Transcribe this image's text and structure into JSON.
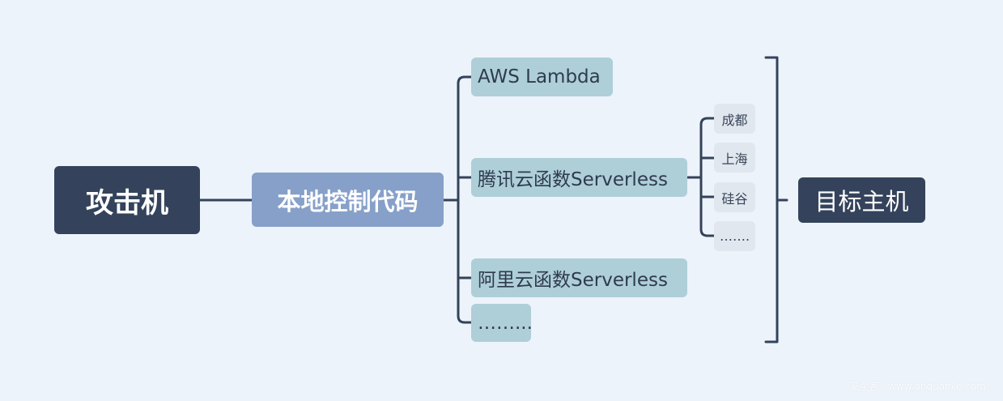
{
  "diagram": {
    "root": {
      "label": "攻击机"
    },
    "controller": {
      "label": "本地控制代码"
    },
    "branches": [
      {
        "label": "AWS Lambda"
      },
      {
        "label": "腾讯云函数Serverless"
      },
      {
        "label": "阿里云函数Serverless"
      },
      {
        "label": "……..."
      }
    ],
    "regions": [
      {
        "label": "成都"
      },
      {
        "label": "上海"
      },
      {
        "label": "硅谷"
      },
      {
        "label": "……."
      }
    ],
    "target": {
      "label": "目标主机"
    }
  },
  "watermark": {
    "label": "安全客（www.anquanke.com）"
  },
  "colors": {
    "background": "#edf3fa",
    "dark_node": "#34435b",
    "mid_node": "#86a0c9",
    "branch_node": "#aecfd8",
    "leaf_node": "#e0e7ef",
    "connector": "#34435b"
  }
}
